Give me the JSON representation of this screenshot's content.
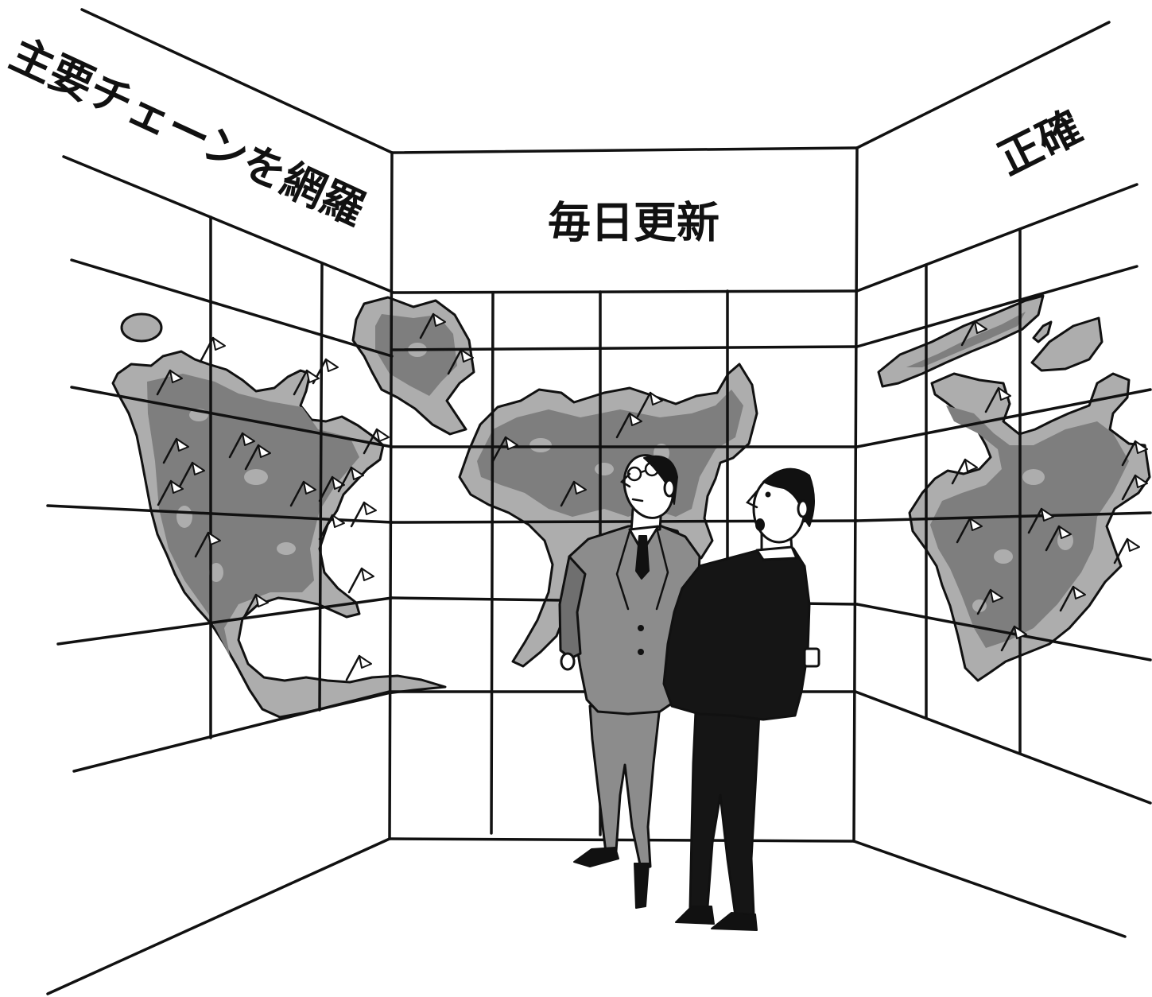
{
  "labels": {
    "left_wall": "主要チェーンを網羅",
    "back_wall": "毎日更新",
    "right_wall": "正確"
  },
  "colors": {
    "background": "#ffffff",
    "line": "#111111",
    "map_light": "#adadad",
    "map_dark": "#7e7e7e",
    "suit_gray": "#8c8c8c",
    "suit_black": "#151515",
    "skin": "#ffffff"
  }
}
